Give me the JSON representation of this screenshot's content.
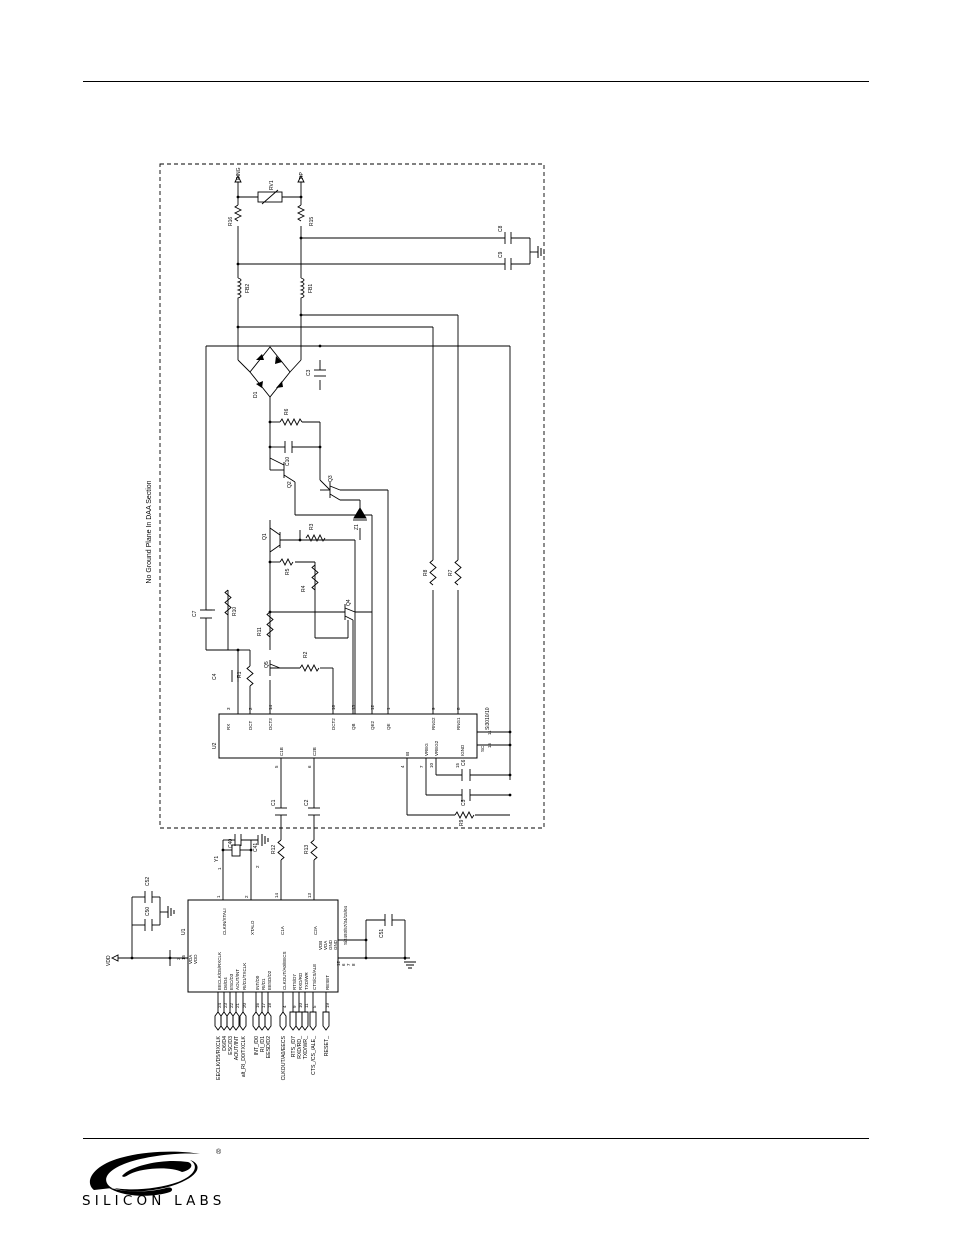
{
  "brand": {
    "name": "SILICON LABS",
    "registered": "®"
  },
  "schematic": {
    "region_label": "No Ground Plane In DAA Section",
    "u2": {
      "ref": "U2",
      "part": "Si3010/10",
      "pins": [
        {
          "name": "RX",
          "num": "3"
        },
        {
          "name": "DCT",
          "num": "2"
        },
        {
          "name": "DCT3",
          "num": "14"
        },
        {
          "name": "C1B",
          "num": "5"
        },
        {
          "name": "C2B",
          "num": "6"
        },
        {
          "name": "DCT2",
          "num": "16"
        },
        {
          "name": "QB",
          "num": "13"
        },
        {
          "name": "QE2",
          "num": "12"
        },
        {
          "name": "QE",
          "num": "1"
        },
        {
          "name": "IB",
          "num": "4"
        },
        {
          "name": "VREG",
          "num": "7"
        },
        {
          "name": "VREG2",
          "num": "10"
        },
        {
          "name": "RNG2",
          "num": "9"
        },
        {
          "name": "RNG1",
          "num": "8"
        },
        {
          "name": "IGND",
          "num": "15"
        },
        {
          "name": "SC",
          "num": "11"
        }
      ]
    },
    "u1": {
      "ref": "U1",
      "part": "Si2493/57/34/15/04",
      "pins_top": [
        {
          "name": "CLKIN/XTALI",
          "num": "1"
        },
        {
          "name": "XTALO",
          "num": "2"
        },
        {
          "name": "C1A",
          "num": "14"
        },
        {
          "name": "C2A",
          "num": "13"
        }
      ],
      "pins_left": [
        {
          "name": "VDA",
          "num": "3"
        },
        {
          "name": "VDD",
          "num": "15"
        }
      ],
      "pins_right": [
        {
          "name": "VDB",
          "num": "12"
        },
        {
          "name": "VDA",
          "num": "6"
        },
        {
          "name": "GND",
          "num": "7"
        },
        {
          "name": "GND",
          "num": "8"
        }
      ],
      "pins_bottom": [
        {
          "name": "EECLK/D5/RXCLK",
          "num": "24"
        },
        {
          "name": "D6/D4",
          "num": "23"
        },
        {
          "name": "ESC/D3",
          "num": "22"
        },
        {
          "name": "AOUT/INT",
          "num": "21"
        },
        {
          "name": "RI/D1/TXCLK",
          "num": "20"
        },
        {
          "name": "INT/D0",
          "num": "16"
        },
        {
          "name": "RI/D1",
          "num": "17"
        },
        {
          "name": "EESD/D2",
          "num": "18"
        },
        {
          "name": "CLKOUT/A0/EECS",
          "num": "4"
        },
        {
          "name": "RTS/D7",
          "num": "9"
        },
        {
          "name": "RXD/RD",
          "num": "10"
        },
        {
          "name": "TXD/WR",
          "num": "11"
        },
        {
          "name": "CTS/CS/ALE",
          "num": "5"
        },
        {
          "name": "RESET",
          "num": "19"
        }
      ]
    },
    "net_labels": [
      "EECLK/D5/RXCLK",
      "D6/D4",
      "ESC/D3",
      "AOUT/INT",
      "alt_RI_D0/TXCLK",
      "INT_/D0",
      "RI_/D1",
      "EESD/D2",
      "CLKOUT/A0/EECS",
      "RTS_/D7",
      "RXD/RD_",
      "TXD/WR_",
      "CTS_/CS_/ALE_",
      "RESET_"
    ],
    "ports": {
      "vdd": "VDD",
      "ring": "RING",
      "tip": "TIP"
    },
    "parts": {
      "RV1": "RV1",
      "R16": "R16",
      "R15": "R15",
      "C8": "C8",
      "C9": "C9",
      "FB2": "FB2",
      "FB1": "FB1",
      "D1": "D1",
      "C3": "C3",
      "R6": "R6",
      "C10": "C10",
      "Q2": "Q2",
      "Q3": "Q3",
      "Z1": "Z1",
      "Q1": "Q1",
      "R3": "R3",
      "R5": "R5",
      "R4": "R4",
      "Q4": "Q4",
      "C7": "C7",
      "R10": "R10",
      "R11": "R11",
      "C4": "C4",
      "R1": "R1",
      "Q5": "Q5",
      "R2": "R2",
      "R8": "R8",
      "R7": "R7",
      "C6": "C6",
      "C5": "C5",
      "R9": "R9",
      "C1": "C1",
      "C2": "C2",
      "R12": "R12",
      "R13": "R13",
      "C40": "C40",
      "C41": "C41",
      "Y1": "Y1",
      "C52": "C52",
      "C50": "C50",
      "C51": "C51"
    },
    "crystal_pins": [
      "1",
      "2"
    ]
  }
}
